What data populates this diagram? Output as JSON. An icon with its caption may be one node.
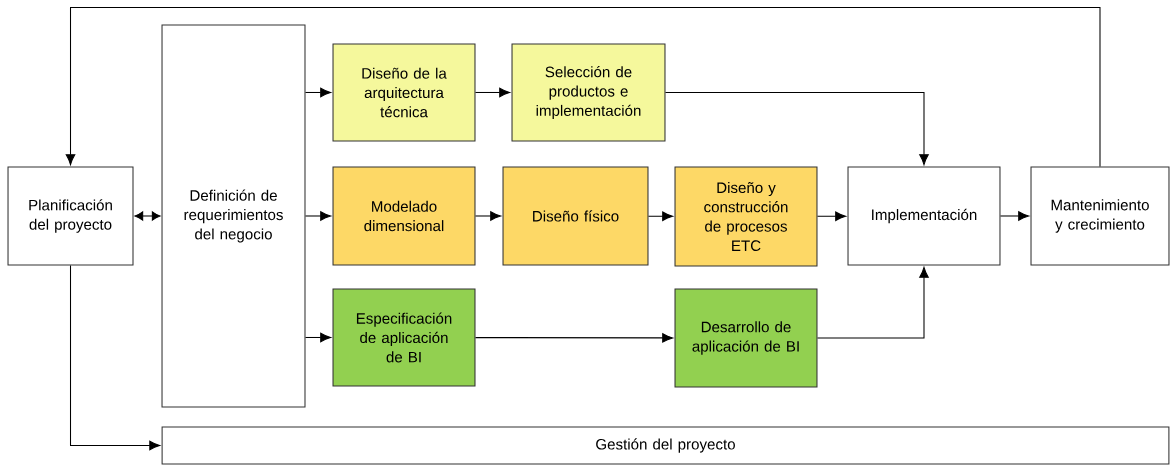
{
  "diagram": {
    "nodes": [
      {
        "text": [
          "Planificación del proyecto"
        ]
      },
      {
        "text": [
          "Definición de requerimientos del negocio"
        ]
      },
      {
        "text": [
          "Diseño de la arquitectura técnica"
        ]
      },
      {
        "text": [
          "Selección de productos e implementación"
        ]
      },
      {
        "text": [
          "Modelado dimensional"
        ]
      },
      {
        "text": [
          "Diseño físico"
        ]
      },
      {
        "text": [
          "Diseño y construcción de procesos ETC"
        ]
      },
      {
        "text": [
          "Especificación de aplicación de BI"
        ]
      },
      {
        "text": [
          "Desarrollo de aplicación de BI"
        ]
      },
      {
        "text": [
          "Implementación"
        ]
      },
      {
        "text": [
          "Mantenimiento y crecimiento"
        ]
      },
      {
        "text": [
          "Gestión del proyecto"
        ]
      }
    ],
    "edges": [
      {
        "from": 0,
        "to": 1,
        "arrow": "both"
      },
      {
        "from": 1,
        "to": 2,
        "arrow": "to"
      },
      {
        "from": 1,
        "to": 4,
        "arrow": "to"
      },
      {
        "from": 1,
        "to": 7,
        "arrow": "to"
      },
      {
        "from": 2,
        "to": 3,
        "arrow": "to"
      },
      {
        "from": 3,
        "to": 9,
        "arrow": "to"
      },
      {
        "from": 4,
        "to": 5,
        "arrow": "to"
      },
      {
        "from": 5,
        "to": 6,
        "arrow": "to"
      },
      {
        "from": 6,
        "to": 9,
        "arrow": "to"
      },
      {
        "from": 7,
        "to": 8,
        "arrow": "to"
      },
      {
        "from": 8,
        "to": 9,
        "arrow": "to"
      },
      {
        "from": 9,
        "to": 10,
        "arrow": "to"
      },
      {
        "from": 10,
        "to": 0,
        "arrow": "to"
      },
      {
        "from": 0,
        "to": 11,
        "arrow": "to"
      }
    ]
  }
}
